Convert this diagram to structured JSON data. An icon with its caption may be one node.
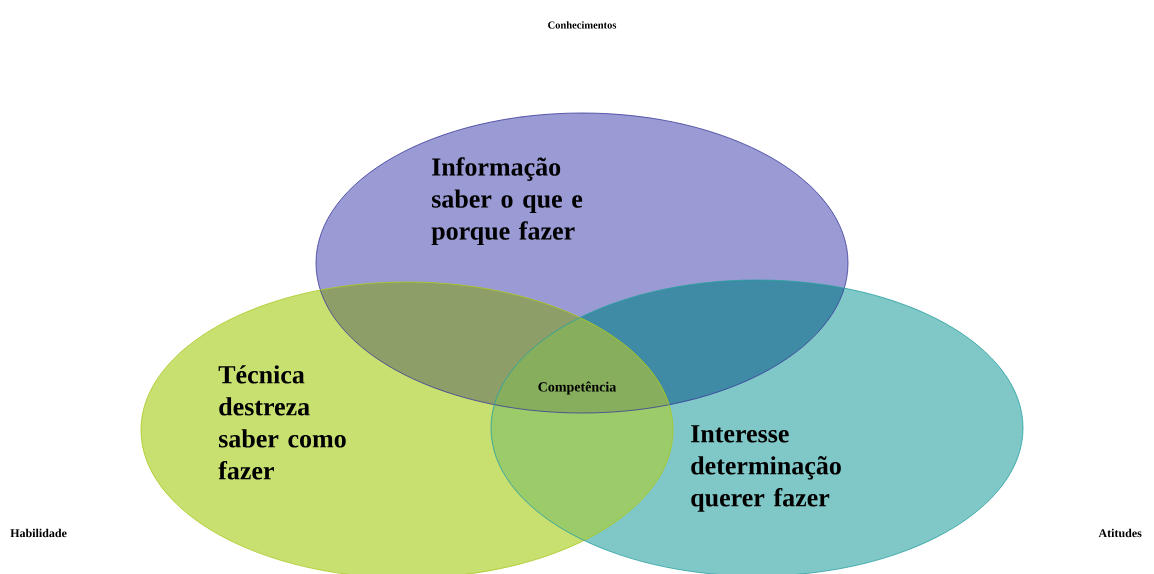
{
  "diagram": {
    "nodes": [
      {
        "text": [
          "Informação saber o que e porque fazer"
        ]
      },
      {
        "text": [
          "Técnica destreza saber como fazer"
        ]
      },
      {
        "text": [
          "Interesse determinação querer fazer"
        ]
      }
    ],
    "labels": [
      "Conhecimentos",
      "Competência",
      "Habilidade",
      "Atitudes"
    ]
  }
}
